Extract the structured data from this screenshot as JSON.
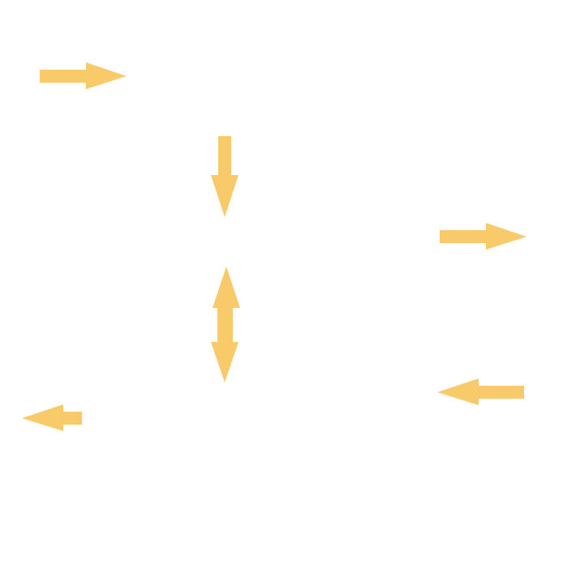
{
  "diagram": {
    "arrow_color": "#f8ca6a",
    "arrows": [
      {
        "id": "arrow-1",
        "icon": "arrow-right-icon",
        "direction": "right"
      },
      {
        "id": "arrow-2",
        "icon": "arrow-down-icon",
        "direction": "down"
      },
      {
        "id": "arrow-3",
        "icon": "arrow-right-icon",
        "direction": "right"
      },
      {
        "id": "arrow-4",
        "icon": "arrow-up-down-icon",
        "direction": "up-down"
      },
      {
        "id": "arrow-5",
        "icon": "arrow-left-icon",
        "direction": "left"
      },
      {
        "id": "arrow-6",
        "icon": "arrow-left-icon",
        "direction": "left"
      }
    ]
  }
}
